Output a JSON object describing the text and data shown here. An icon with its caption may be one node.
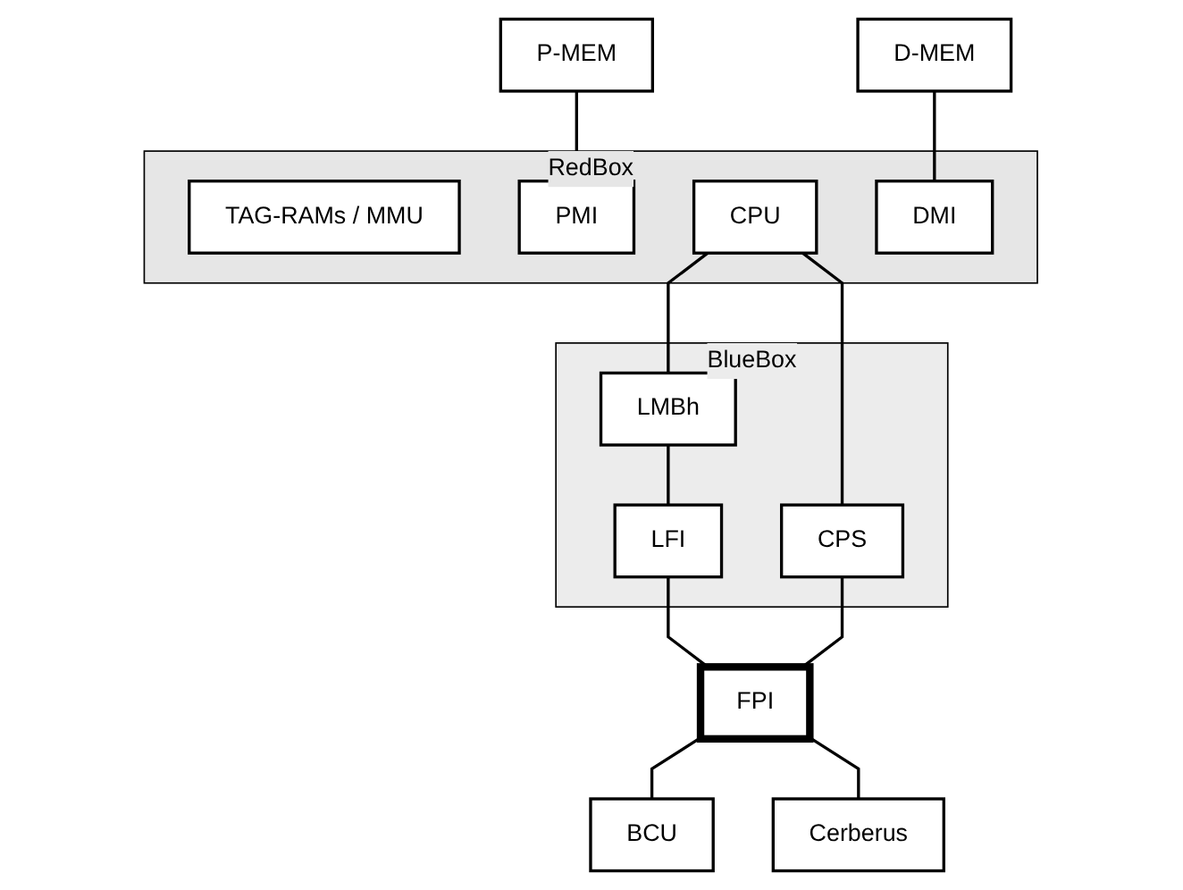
{
  "diagram": {
    "nodes": [
      {
        "text": [
          "RedBox"
        ]
      },
      {
        "text": [
          "TAG-RAMs / MMU"
        ],
        "in": 0
      },
      {
        "text": [
          "PMI"
        ],
        "in": 0
      },
      {
        "text": [
          "CPU"
        ],
        "in": 0
      },
      {
        "text": [
          "DMI"
        ],
        "in": 0
      },
      {
        "text": [
          "P-MEM"
        ]
      },
      {
        "text": [
          "D-MEM"
        ]
      },
      {
        "text": [
          "BlueBox"
        ]
      },
      {
        "text": [
          "LMBh"
        ],
        "in": 7
      },
      {
        "text": [
          "LFI"
        ],
        "in": 7
      },
      {
        "text": [
          "CPS"
        ],
        "in": 7
      },
      {
        "text": [
          "FPI"
        ]
      },
      {
        "text": [
          "BCU"
        ]
      },
      {
        "text": [
          "Cerberus"
        ]
      }
    ],
    "edges": [
      {
        "from": 5,
        "to": 2,
        "arrow": "none"
      },
      {
        "from": 4,
        "to": 6,
        "arrow": "none"
      },
      {
        "from": 3,
        "to": 8,
        "arrow": "none"
      },
      {
        "from": 3,
        "to": 10,
        "arrow": "none"
      },
      {
        "from": 8,
        "to": 9,
        "arrow": "none"
      },
      {
        "from": 9,
        "to": 11,
        "arrow": "none"
      },
      {
        "from": 10,
        "to": 11,
        "arrow": "none"
      },
      {
        "from": 11,
        "to": 12,
        "arrow": "none"
      },
      {
        "from": 11,
        "to": 13,
        "arrow": "none"
      }
    ]
  }
}
